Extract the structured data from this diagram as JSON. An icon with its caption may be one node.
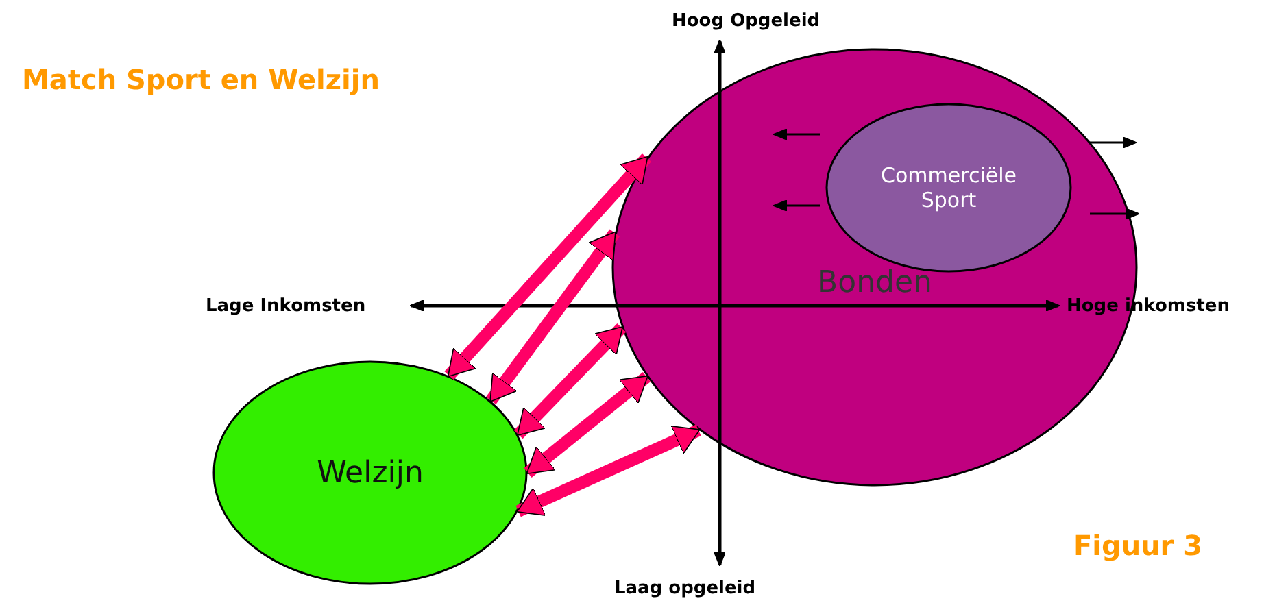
{
  "diagram": {
    "title": "Match Sport en Welzijn",
    "caption": "Figuur 3",
    "nodes": [
      {
        "text": [
          "Bonden"
        ]
      },
      {
        "text": [
          "Commerciële Sport"
        ],
        "in": 0
      },
      {
        "text": [
          "Welzijn"
        ]
      }
    ],
    "edges": [
      {
        "from": 2,
        "to": 0,
        "arrow": "both",
        "color": "#ff0066"
      },
      {
        "from": 2,
        "to": 0,
        "arrow": "both",
        "color": "#ff0066"
      },
      {
        "from": 2,
        "to": 0,
        "arrow": "both",
        "color": "#ff0066"
      },
      {
        "from": 2,
        "to": 0,
        "arrow": "both",
        "color": "#ff0066"
      },
      {
        "from": 2,
        "to": 0,
        "arrow": "both",
        "color": "#ff0066"
      }
    ],
    "labels": [
      "Hoog Opgeleid",
      "Lage Inkomsten",
      "Hoge inkomsten",
      "Laag opgeleid"
    ]
  }
}
